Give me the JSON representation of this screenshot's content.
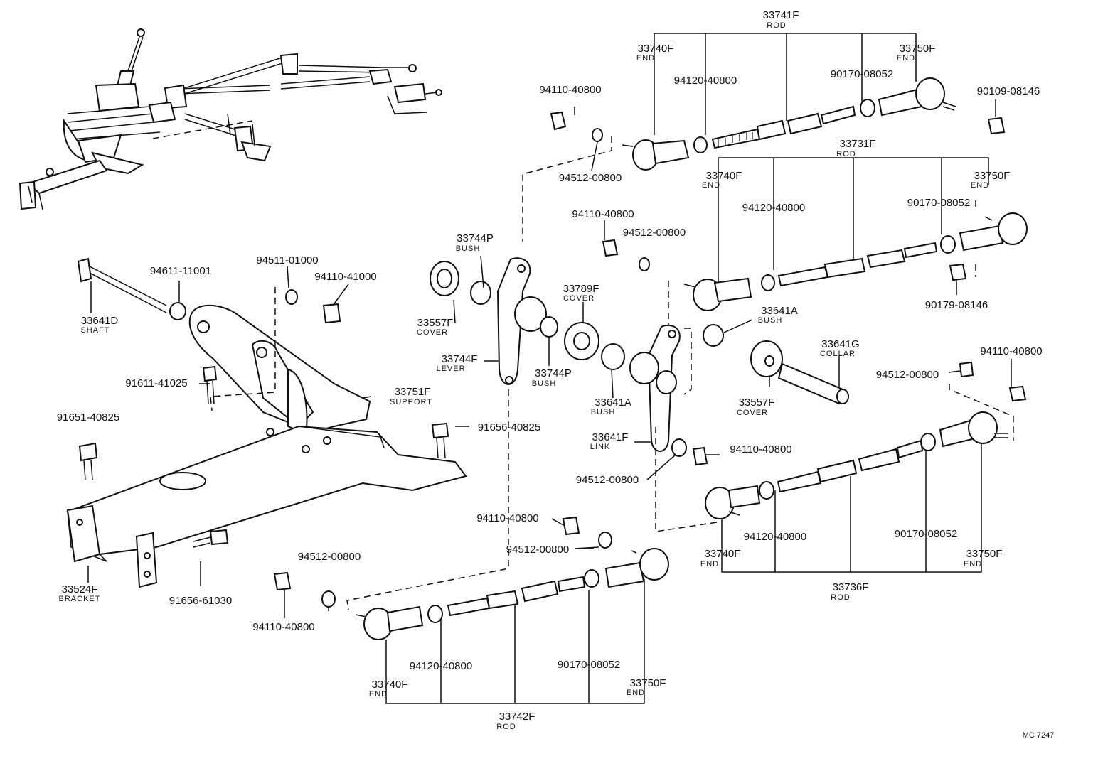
{
  "diagram_code": "MC 7247",
  "labels": {
    "l01": {
      "pn": "33741F",
      "desc": "ROD"
    },
    "l02": {
      "pn": "33740F",
      "desc": "END"
    },
    "l03": {
      "pn": "33750F",
      "desc": "END"
    },
    "l04": {
      "pn": "94120-40800"
    },
    "l05": {
      "pn": "90170-08052"
    },
    "l06": {
      "pn": "94110-40800"
    },
    "l07": {
      "pn": "90109-08146"
    },
    "l08": {
      "pn": "94512-00800"
    },
    "l09": {
      "pn": "33731F",
      "desc": "ROD"
    },
    "l10": {
      "pn": "33740F",
      "desc": "END"
    },
    "l11": {
      "pn": "33750F",
      "desc": "END"
    },
    "l12": {
      "pn": "94120-40800"
    },
    "l13": {
      "pn": "90170-08052"
    },
    "l14": {
      "pn": "94110-40800"
    },
    "l15": {
      "pn": "94512-00800"
    },
    "l16": {
      "pn": "90179-08146"
    },
    "l17": {
      "pn": "33744P",
      "desc": "BUSH"
    },
    "l18": {
      "pn": "33557F",
      "desc": "COVER"
    },
    "l19": {
      "pn": "33789F",
      "desc": "COVER"
    },
    "l20": {
      "pn": "33641A",
      "desc": "BUSH"
    },
    "l21": {
      "pn": "33641G",
      "desc": "COLLAR"
    },
    "l22": {
      "pn": "94110-40800"
    },
    "l23": {
      "pn": "94512-00800"
    },
    "l24": {
      "pn": "94611-11001"
    },
    "l25": {
      "pn": "94511-01000"
    },
    "l26": {
      "pn": "94110-41000"
    },
    "l27": {
      "pn": "33641D",
      "desc": "SHAFT"
    },
    "l28": {
      "pn": "33744F",
      "desc": "LEVER"
    },
    "l29": {
      "pn": "33744P",
      "desc": "BUSH"
    },
    "l30": {
      "pn": "33557F",
      "desc": "COVER"
    },
    "l31": {
      "pn": "91611-41025"
    },
    "l32": {
      "pn": "33751F",
      "desc": "SUPPORT"
    },
    "l33": {
      "pn": "91651-40825"
    },
    "l34": {
      "pn": "91656-40825"
    },
    "l35": {
      "pn": "33641A",
      "desc": "BUSH"
    },
    "l36": {
      "pn": "33641F",
      "desc": "LINK"
    },
    "l37": {
      "pn": "94110-40800"
    },
    "l38": {
      "pn": "94512-00800"
    },
    "l39": {
      "pn": "94110-40800"
    },
    "l40": {
      "pn": "94512-00800"
    },
    "l41": {
      "pn": "94512-00800"
    },
    "l42": {
      "pn": "94110-40800"
    },
    "l43": {
      "pn": "33524F",
      "desc": "BRACKET"
    },
    "l44": {
      "pn": "91656-61030"
    },
    "l45": {
      "pn": "33740F",
      "desc": "END"
    },
    "l46": {
      "pn": "94120-40800"
    },
    "l47": {
      "pn": "90170-08052"
    },
    "l48": {
      "pn": "33750F",
      "desc": "END"
    },
    "l49": {
      "pn": "33736F",
      "desc": "ROD"
    },
    "l50": {
      "pn": "94120-40800"
    },
    "l51": {
      "pn": "90170-08052"
    },
    "l52": {
      "pn": "33740F",
      "desc": "END"
    },
    "l53": {
      "pn": "33750F",
      "desc": "END"
    },
    "l54": {
      "pn": "33742F",
      "desc": "ROD"
    }
  }
}
